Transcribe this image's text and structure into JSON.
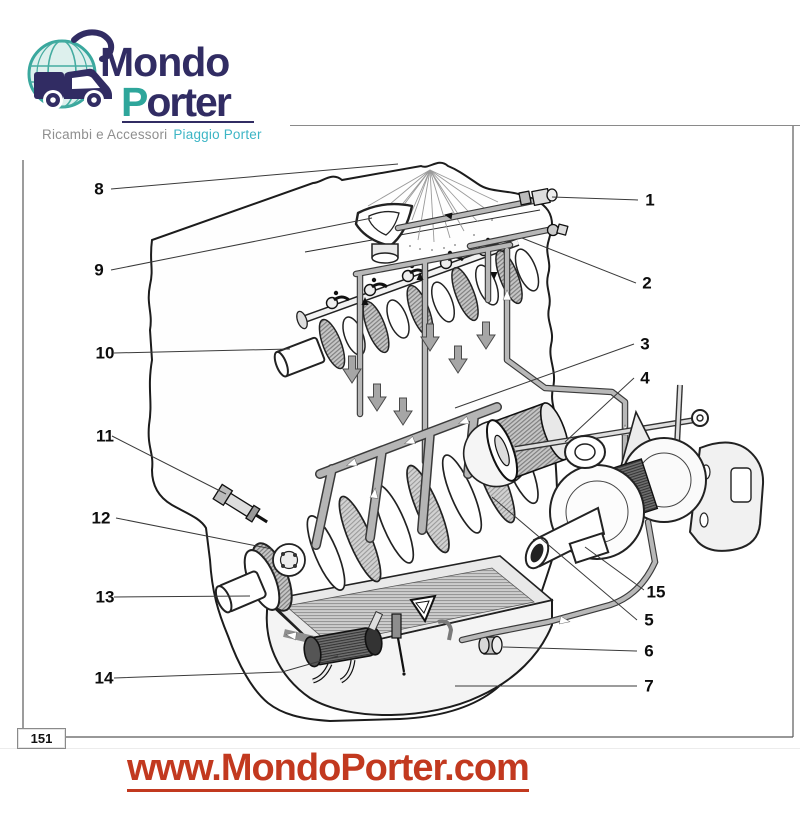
{
  "logo": {
    "word1": "Mondo",
    "word2_initial": "P",
    "word2_rest": "orter",
    "tagline": "Ricambi e Accessori",
    "tagline_brand": "Piaggio Porter"
  },
  "page_number": "151",
  "footer": {
    "url": "www.MondoPorter.com"
  },
  "colors": {
    "navy": "#312c63",
    "teal": "#2ea69b",
    "cyan": "#3cb5c5",
    "red": "#c2391f",
    "line_gray": "#8a8a8a"
  },
  "diagram": {
    "type": "exploded engine lubrication diagram",
    "callouts": [
      {
        "n": "1"
      },
      {
        "n": "2"
      },
      {
        "n": "3"
      },
      {
        "n": "4"
      },
      {
        "n": "5"
      },
      {
        "n": "6"
      },
      {
        "n": "7"
      },
      {
        "n": "8"
      },
      {
        "n": "9"
      },
      {
        "n": "10"
      },
      {
        "n": "11"
      },
      {
        "n": "12"
      },
      {
        "n": "13"
      },
      {
        "n": "14"
      },
      {
        "n": "15"
      }
    ]
  }
}
